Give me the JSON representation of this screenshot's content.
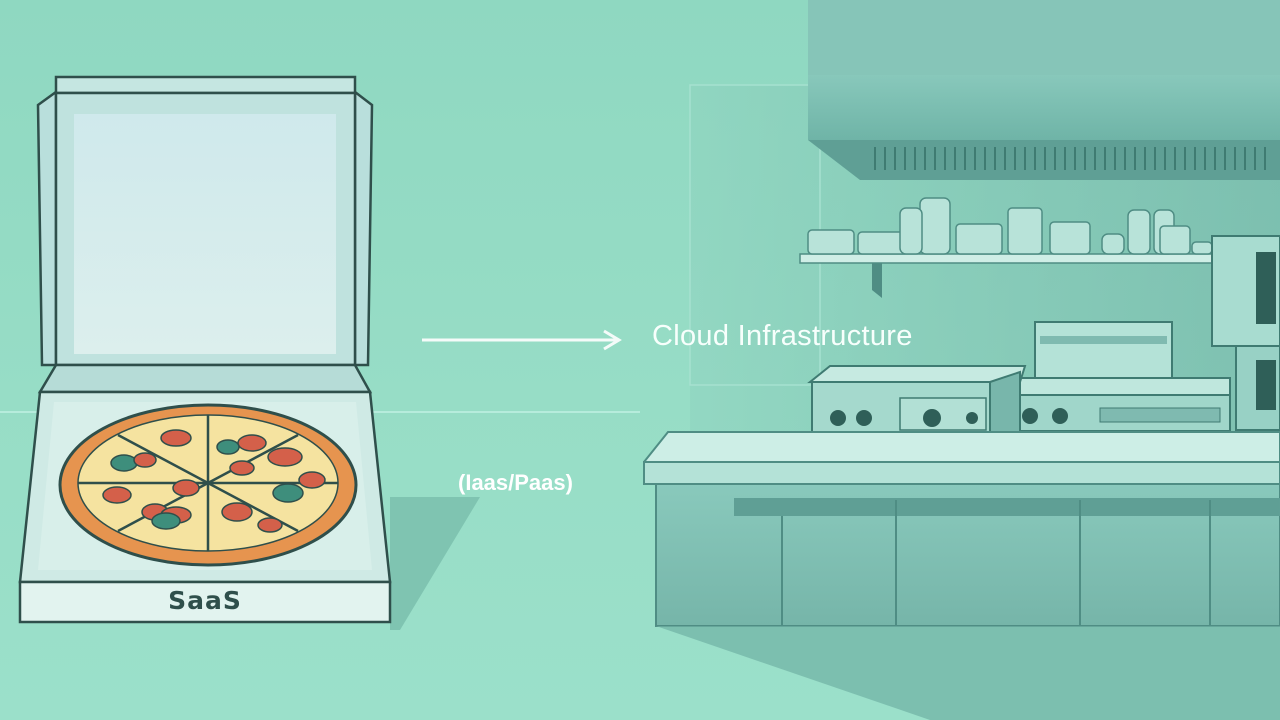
{
  "labels": {
    "saas": "SaaS",
    "cloud": "Cloud Infrastructure",
    "subtitle": "(Iaas/Paas)"
  },
  "nodes": [
    {
      "id": "pizza-box",
      "icon": "pizza-box-icon",
      "label_ref": "labels.saas"
    },
    {
      "id": "kitchen",
      "icon": "commercial-kitchen-icon",
      "label_ref": "labels.cloud"
    }
  ],
  "edges": [
    {
      "from": "pizza-box",
      "to": "kitchen",
      "style": "arrow"
    }
  ],
  "colors": {
    "background": "#95dbc4",
    "outline": "#2f4f4b",
    "box": "#d7efe9",
    "crust": "#e6944f",
    "sauce": "#d4604a",
    "olive": "#3e8e7c",
    "steel": "#7fbab0",
    "text_light": "#f7fffc"
  }
}
